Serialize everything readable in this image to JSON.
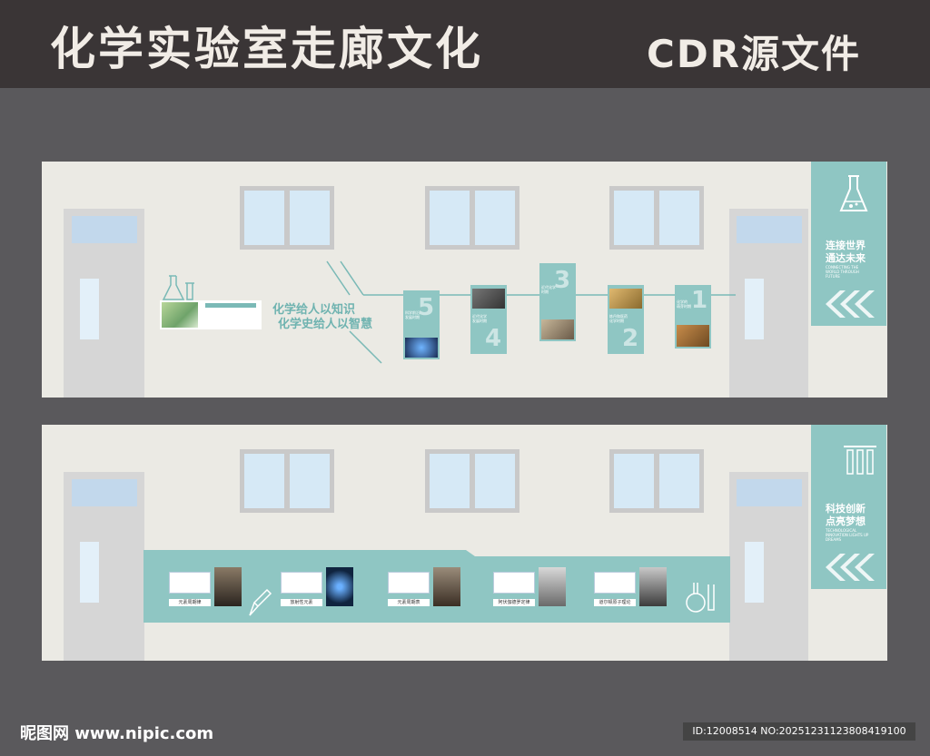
{
  "header": {
    "title": "化学实验室走廊文化",
    "subtitle": "CDR源文件"
  },
  "wall1": {
    "slogan_line1": "化学给人以知识",
    "slogan_line2": "化学史给人以智慧",
    "side_panel_title1": "连接世界",
    "side_panel_title2": "通达未来",
    "side_panel_en": "CONNECTING THE WORLD THROUGH FUTURE",
    "timeline": [
      {
        "num": "5",
        "label1": "科学前沿",
        "label2": "发展时期"
      },
      {
        "num": "4",
        "label1": "近代化学",
        "label2": "发展时期"
      },
      {
        "num": "3",
        "label1": "近代化学",
        "label2": "时期"
      },
      {
        "num": "2",
        "label1": "炼丹和医药",
        "label2": "化学时期"
      },
      {
        "num": "1",
        "label1": "化学的",
        "label2": "萌芽时期"
      }
    ]
  },
  "wall2": {
    "side_panel_title1": "科技创新",
    "side_panel_title2": "点亮梦想",
    "side_panel_en": "TECHNOLOGICAL INNOVATION LIGHTS UP DREAMS",
    "scientists": [
      {
        "caption": "元素周期律"
      },
      {
        "caption": "放射性元素"
      },
      {
        "caption": "元素周期表"
      },
      {
        "caption": "阿伏伽德罗定律"
      },
      {
        "caption": "道尔顿原子理论"
      }
    ]
  },
  "footer": {
    "brand": "昵图网 www.nipic.com",
    "id_text": "ID:12008514 NO:20251231123808419100"
  },
  "colors": {
    "teal": "#8fc6c3",
    "wall": "#ebeae4",
    "header": "#3a3536"
  }
}
